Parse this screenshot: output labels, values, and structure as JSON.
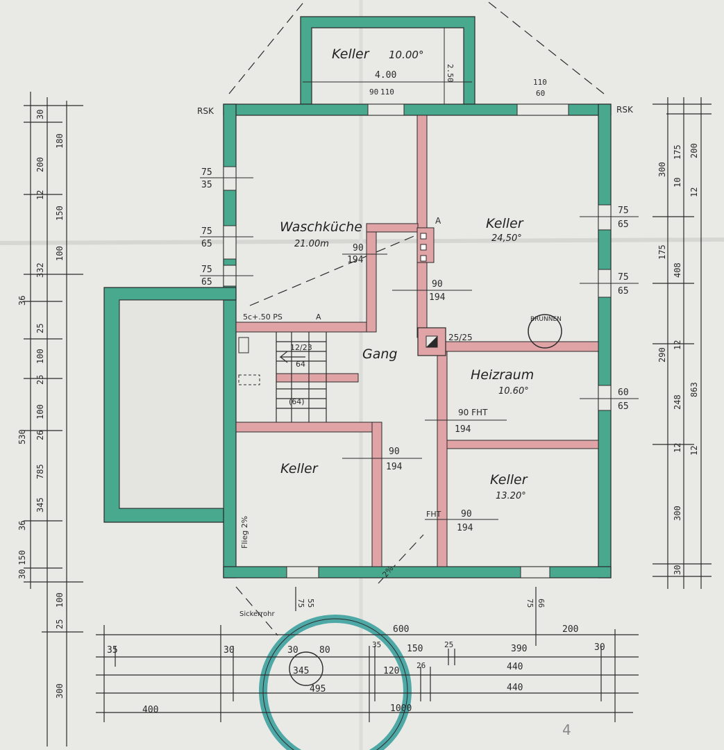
{
  "colors": {
    "paper": "#e9e9e6",
    "outer_wall": "#49a98f",
    "inner_wall": "#e0a3a6",
    "ink": "#2a2a2a"
  },
  "rooms": {
    "keller_top": "Keller",
    "keller_top_area": "10.00°",
    "waschkueche": "Waschküche",
    "waschkueche_area": "21.00m",
    "keller_ne": "Keller",
    "keller_ne_area": "24,50°",
    "gang": "Gang",
    "heizraum": "Heizraum",
    "heizraum_area": "10.60°",
    "keller_sw": "Keller",
    "keller_se": "Keller",
    "keller_se_area": "13.20°",
    "brunnen": "BRUNNEN"
  },
  "labels": {
    "rsk_left": "RSK",
    "rsk_right": "RSK",
    "point_a_top": "A",
    "ps": "5c+.50 PS",
    "point_a_mid": "A",
    "stair_1": "12/23",
    "stair_2": "64",
    "stair_3": "(64)",
    "chimney": "25/25",
    "fht_1": "90 FHT",
    "fht_2": "FHT",
    "slope_left": "Flieg 2%",
    "slope_bottom": "2%",
    "sickerrohr": "Sickerrohr",
    "page_mark": "4"
  },
  "openings": [
    {
      "a": "75",
      "b": "35"
    },
    {
      "a": "75",
      "b": "65"
    },
    {
      "a": "75",
      "b": "65"
    },
    {
      "a": "90",
      "b": "194"
    },
    {
      "a": "90",
      "b": "194"
    },
    {
      "a": "75",
      "b": "65"
    },
    {
      "a": "75",
      "b": "65"
    },
    {
      "a": "60",
      "b": "65"
    },
    {
      "a": "90",
      "b": "194"
    },
    {
      "a": "90",
      "b": "194"
    },
    {
      "a": "90",
      "b": "194"
    },
    {
      "a": "90",
      "b": "194"
    }
  ],
  "top_dims": {
    "width": "4.00",
    "depth": "2.50",
    "door_a": "90",
    "door_b": "110",
    "win_a": "110",
    "win_b": "60"
  },
  "left_dims": {
    "col1": [
      "30",
      "200",
      "12",
      "150",
      "100",
      "36",
      "25",
      "100",
      "25",
      "100",
      "26",
      "36",
      "150",
      "30"
    ],
    "col2": [
      "180",
      "332",
      "530",
      "345"
    ],
    "col3": [
      "785",
      "100",
      "25",
      "300"
    ]
  },
  "right_dims": {
    "col1": [
      "300",
      "175",
      "290",
      "248",
      "12",
      "300",
      "30"
    ],
    "col2": [
      "10",
      "175",
      "12",
      "408",
      "12"
    ],
    "col3": [
      "200",
      "12",
      "863"
    ]
  },
  "bottom_dims": {
    "row1": [
      "35",
      "30",
      "600",
      "200",
      "30"
    ],
    "row2": [
      "30",
      "80",
      "35",
      "150",
      "25",
      "390"
    ],
    "row3": [
      "345",
      "120",
      "26",
      "440"
    ],
    "row4": [
      "495",
      "440"
    ],
    "row5": [
      "400",
      "1000"
    ],
    "under_a": [
      "75",
      "55"
    ],
    "under_b": [
      "75",
      "66"
    ]
  }
}
